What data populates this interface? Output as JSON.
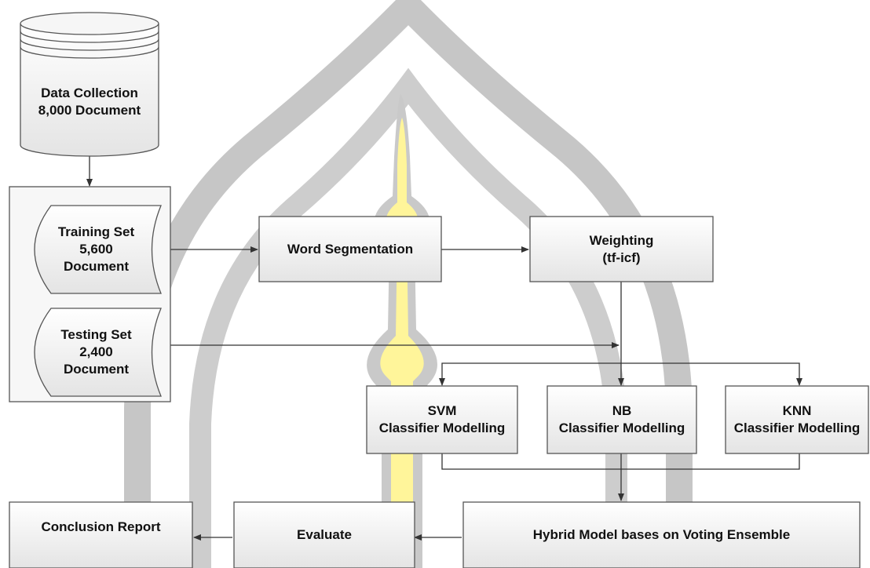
{
  "nodes": {
    "data_collection": {
      "line1": "Data Collection",
      "line2": "8,000 Document"
    },
    "training_set": {
      "line1": "Training Set",
      "line2": "5,600",
      "line3": "Document"
    },
    "testing_set": {
      "line1": "Testing Set",
      "line2": "2,400",
      "line3": "Document"
    },
    "word_segmentation": {
      "label": "Word Segmentation"
    },
    "weighting": {
      "line1": "Weighting",
      "line2": "(tf-icf)"
    },
    "svm": {
      "line1": "SVM",
      "line2": "Classifier Modelling"
    },
    "nb": {
      "line1": "NB",
      "line2": "Classifier Modelling"
    },
    "knn": {
      "line1": "KNN",
      "line2": "Classifier Modelling"
    },
    "hybrid": {
      "label": "Hybrid Model bases on Voting Ensemble"
    },
    "evaluate": {
      "label": "Evaluate"
    },
    "conclusion": {
      "label": "Conclusion Report"
    }
  },
  "colors": {
    "watermark_gray": "#c8c8c8",
    "watermark_yellow": "#fff59a",
    "box_stroke": "#555555",
    "box_fill_top": "#ffffff",
    "box_fill_bottom": "#e6e6e6",
    "arrow": "#333333"
  }
}
